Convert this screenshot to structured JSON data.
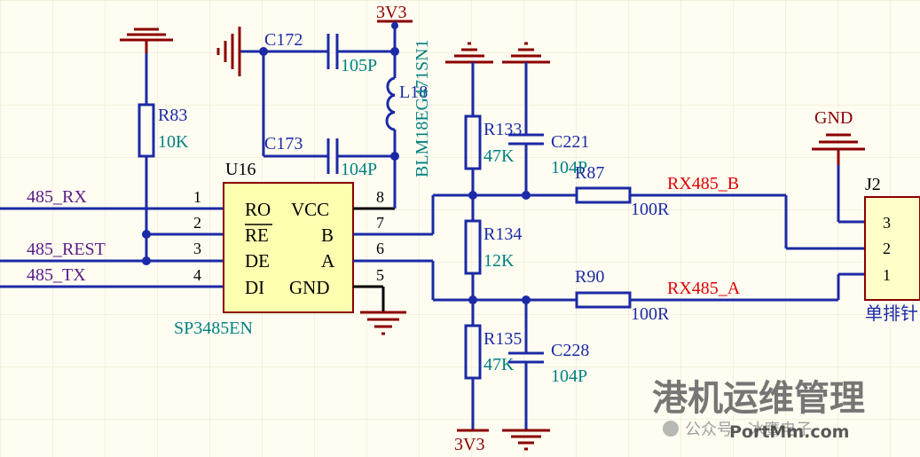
{
  "colors": {
    "background": "#fffdf2",
    "wire": "#1b2aa6",
    "power": "#8b0000",
    "net_label": "#e00000",
    "designator": "#1b2aa6",
    "value": "#008080",
    "signal": "#5a1a8a",
    "chip_fill": "#ffffb0",
    "chip_border": "#8b0000",
    "connector_fill": "#ffffc8"
  },
  "signals": {
    "rx": "485_RX",
    "rest": "485_REST",
    "tx": "485_TX"
  },
  "power": {
    "top": "3V3",
    "bottom": "3V3",
    "gnd": "GND"
  },
  "chip": {
    "designator": "U16",
    "part": "SP3485EN",
    "left_pins": [
      {
        "num": "1",
        "name": "RO"
      },
      {
        "num": "2",
        "name": "RE"
      },
      {
        "num": "3",
        "name": "DE"
      },
      {
        "num": "4",
        "name": "DI"
      }
    ],
    "right_pins": [
      {
        "num": "8",
        "name": "VCC"
      },
      {
        "num": "7",
        "name": "B"
      },
      {
        "num": "6",
        "name": "A"
      },
      {
        "num": "5",
        "name": "GND"
      }
    ]
  },
  "components": {
    "r83": {
      "ref": "R83",
      "value": "10K"
    },
    "c172": {
      "ref": "C172",
      "value": "105P"
    },
    "c173": {
      "ref": "C173",
      "value": "104P"
    },
    "l18": {
      "ref": "L18",
      "value": "BLM18EG471SN1"
    },
    "r133": {
      "ref": "R133",
      "value": "47K"
    },
    "c221": {
      "ref": "C221",
      "value": "104P"
    },
    "r134": {
      "ref": "R134",
      "value": "12K"
    },
    "r135": {
      "ref": "R135",
      "value": "47K"
    },
    "c228": {
      "ref": "C228",
      "value": "104P"
    },
    "r87": {
      "ref": "R87",
      "value": "100R"
    },
    "r90": {
      "ref": "R90",
      "value": "100R"
    }
  },
  "nets": {
    "b": "RX485_B",
    "a": "RX485_A"
  },
  "connector": {
    "ref": "J2",
    "pins": [
      "3",
      "2",
      "1"
    ],
    "label": "单排针"
  },
  "watermark": {
    "title": "港机运维管理",
    "subtitle": "公众号 · 冰鹰电子",
    "url": "PortMm.com"
  }
}
